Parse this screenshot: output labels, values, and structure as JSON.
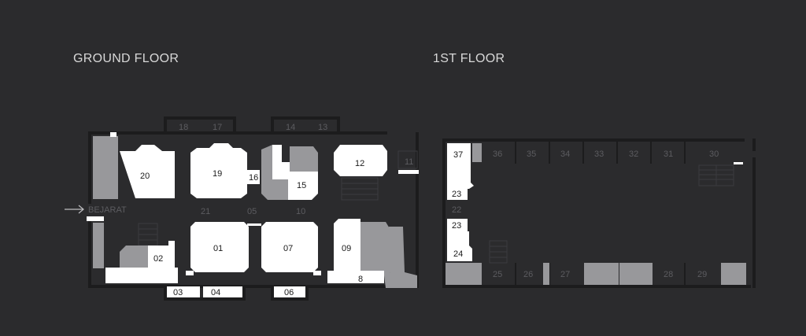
{
  "ground_floor": {
    "title": "GROUND FLOOR",
    "entrance_label": "BEJARAT",
    "units": {
      "u01": "01",
      "u02": "02",
      "u03": "03",
      "u04": "04",
      "u05": "05",
      "u06": "06",
      "u07": "07",
      "u08": "8",
      "u09": "09",
      "u10": "10",
      "u11": "11",
      "u12": "12",
      "u13": "13",
      "u14": "14",
      "u15": "15",
      "u16": "16",
      "u17": "17",
      "u18": "18",
      "u19": "19",
      "u20": "20",
      "u21": "21"
    }
  },
  "first_floor": {
    "title": "1ST FLOOR",
    "units": {
      "u22": "22",
      "u23a": "23",
      "u23b": "23",
      "u24": "24",
      "u25": "25",
      "u26": "26",
      "u27": "27",
      "u28": "28",
      "u29": "29",
      "u30": "30",
      "u31": "31",
      "u32": "32",
      "u33": "33",
      "u34": "34",
      "u35": "35",
      "u36": "36",
      "u37": "37"
    }
  },
  "colors": {
    "background": "#2b2b2d",
    "wall": "#1c1c1d",
    "highlighted_unit": "#ffffff",
    "service_area": "#98989b",
    "inactive_label": "#5c5c60"
  },
  "icons": {
    "entrance": "arrow-right-icon"
  }
}
